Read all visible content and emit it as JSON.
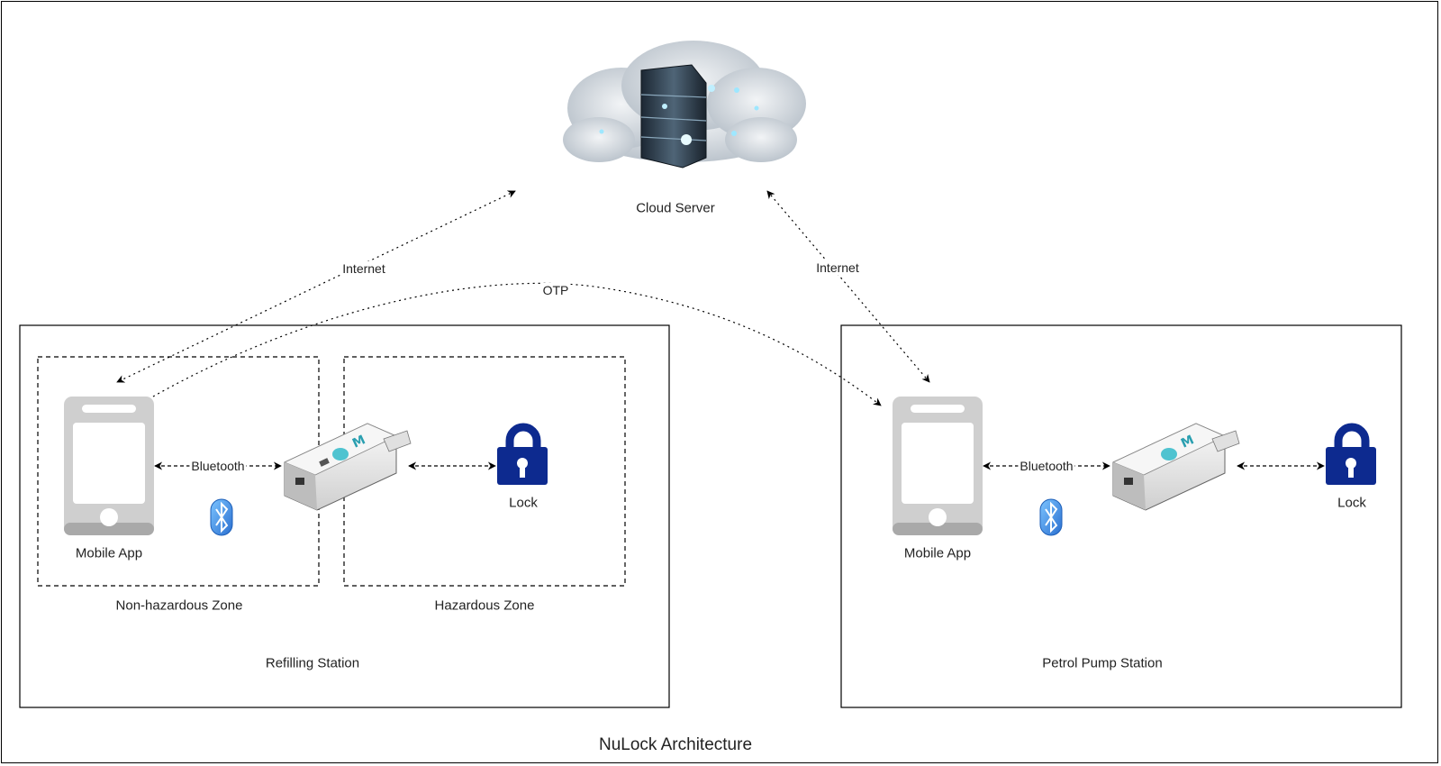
{
  "diagram": {
    "title": "NuLock Architecture",
    "cloud_label": "Cloud Server",
    "links": {
      "internet_left": "Internet",
      "internet_right": "Internet",
      "otp": "OTP"
    },
    "refilling_station": {
      "label": "Refilling Station",
      "zone_nonhazardous": "Non-hazardous Zone",
      "zone_hazardous": "Hazardous Zone",
      "mobile_label": "Mobile App",
      "bluetooth_label": "Bluetooth",
      "lock_label": "Lock"
    },
    "petrol_station": {
      "label": "Petrol Pump Station",
      "mobile_label": "Mobile App",
      "bluetooth_label": "Bluetooth",
      "lock_label": "Lock"
    }
  },
  "colors": {
    "lock": "#0d2a8f",
    "phone": "#d0d0d0",
    "bluetooth": "#3b8fe0",
    "device_accent": "#4fc3d0"
  }
}
